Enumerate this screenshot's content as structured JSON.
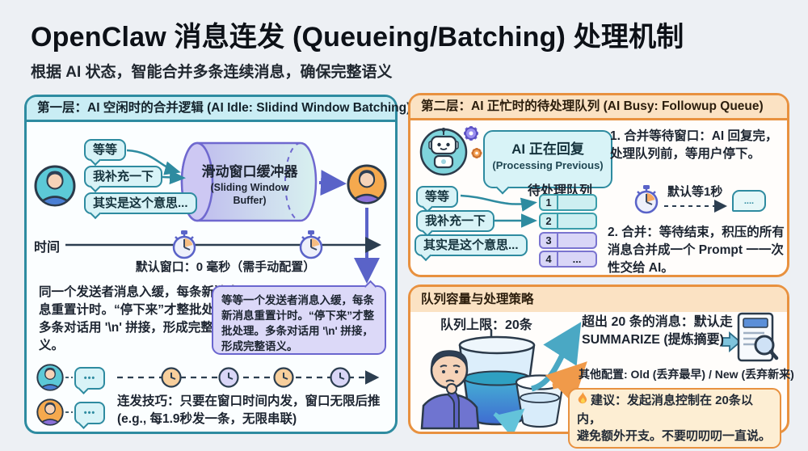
{
  "header": {
    "title": "OpenClaw 消息连发 (Queueing/Batching) 处理机制",
    "subtitle": "根据 AI 状态，智能合并多条连续消息，确保完整语义"
  },
  "colors": {
    "teal_accent": "#2e8ba0",
    "orange_accent": "#e8913f",
    "indigo_accent": "#5a63c8",
    "purple_accent": "#6a66cf",
    "page_bg": "#edf0f4"
  },
  "icons": {
    "ellipsis": "•••"
  },
  "left": {
    "header": "第一层：AI 空闲时的合并逻辑 (AI Idle: Slidind Window Batching)",
    "bubbles": [
      "等等",
      "我补充一下",
      "其实是这个意思..."
    ],
    "buffer_title": "滑动窗口缓冲器",
    "buffer_subtitle": "(Sliding Window Buffer)",
    "timeline_label": "时间",
    "window_caption": "默认窗口：0 毫秒（需手动配置）",
    "paragraph": "同一个发送者消息入缓，每条新消息息重置计时。“停下来”才整批处理。多条对话用 '\\n' 拼接，形成完整语义。",
    "purple_bubble": "等等一个发送者消息入缓，每条新消息重置计时。“停下来”才整批处理。多条对话用 '\\n' 拼接，形成完整语义。",
    "tip_line1": "连发技巧：只要在窗口时间内发，窗口无限后推",
    "tip_line2": "(e.g., 每1.9秒发一条，无限串联)"
  },
  "right_top": {
    "header": "第二层：AI 正忙时的待处理队列 (AI Busy: Followup Queue)",
    "robot_bubble_title": "AI 正在回复",
    "robot_bubble_subtitle": "(Processing Previous)",
    "queue_label": "待处理队列",
    "queue_rows": [
      {
        "num": "1",
        "content": ""
      },
      {
        "num": "2",
        "content": ""
      },
      {
        "num": "3",
        "content": ""
      },
      {
        "num": "4",
        "content": "..."
      }
    ],
    "bubbles": [
      "等等",
      "我补充一下",
      "其实是这个意思..."
    ],
    "point1": "1. 合并等待窗口：AI 回复完，处理队列前，等用户停下。",
    "wait_label": "默认等1秒",
    "mini_bubble": "....",
    "point2": "2. 合并：等待结束，积压的所有消息合并成一个 Prompt 一一次性交给 AI。"
  },
  "right_bottom": {
    "header": "队列容量与处理策略",
    "limit_label": "队列上限：20条",
    "overflow_text": "超出 20 条的消息：默认走 SUMMARIZE (提炼摘要)",
    "other_config": "其他配置: Old (丢弃最早) / New (丢弃新来)",
    "advice_line1": "建议：发起消息控制在 20条以内，",
    "advice_line2": "避免额外开支。不要叨叨叨一直说。"
  }
}
